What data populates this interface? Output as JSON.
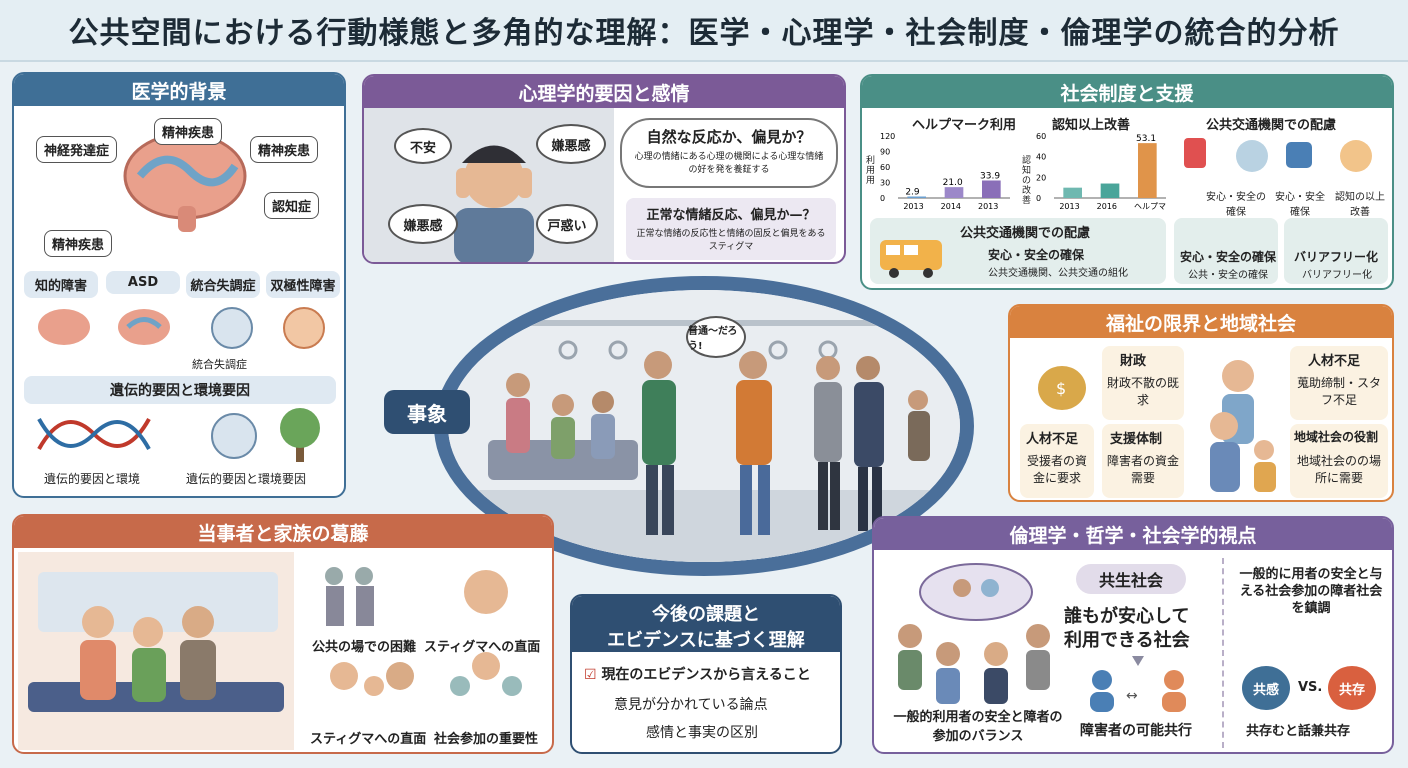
{
  "title": "公共空間における行動様態と多角的な理解：医学・心理学・社会制度・倫理学の統合的分析",
  "center": {
    "label": "事象",
    "speech": "普通〜だろう!"
  },
  "medical": {
    "header": "医学的背景",
    "tags": [
      "精神疾患",
      "神経発達症",
      "精神疾患",
      "認知症",
      "精神疾患"
    ],
    "pills": [
      "知的障害",
      "ASD",
      "統合失調症",
      "双極性障害"
    ],
    "sub_caption": "統合失調症",
    "genetic_header": "遺伝的要因と環境要因",
    "genetic_labels": [
      "遺伝的要因と環境",
      "遺伝的要因と環境要因"
    ]
  },
  "psych": {
    "header": "心理学的要因と感情",
    "bubbles": [
      "不安",
      "嫌悪感",
      "嫌悪感",
      "戸惑い"
    ],
    "cloud1_title": "自然な反応か、偏見か？",
    "cloud1_text": "心理の情緒にある心理の機関による心理な情緒の好を発を養鉦する",
    "cloud2_title": "正常な情緒反応、偏見か—？",
    "cloud2_text": "正常な情緒の反応性と情緒の固反と偏見をあるスティグマ"
  },
  "social": {
    "header": "社会制度と支援",
    "chart1_title": "ヘルプマーク利用",
    "chart1_ylabel": "利用用",
    "chart2_title": "認知以上改善",
    "chart2_ylabel": "認知の改善",
    "transit_title": "公共交通機関での配慮",
    "transit_labels": [
      "安心・安全の確保",
      "安心・安全確保",
      "認知の以上改善"
    ],
    "bottom_title": "公共交通機関での配慮",
    "bottom_item": "安心・安全の確保",
    "bottom_sub": "公共交通機関、公共交通の組化",
    "card1_title": "安心・安全の確保",
    "card1_sub": "公共・安全の確保",
    "card2_title": "バリアフリー化",
    "card2_sub": "バリアフリー化"
  },
  "chart_data": [
    {
      "type": "bar",
      "title": "ヘルプマーク利用",
      "ylabel": "利用用",
      "categories": [
        "2013",
        "2014",
        "2013"
      ],
      "values": [
        2.9,
        21.0,
        33.9
      ],
      "ylim": [
        0,
        120
      ],
      "yticks": [
        "120",
        "90",
        "60",
        "30",
        "0"
      ]
    },
    {
      "type": "bar",
      "title": "認知以上改善",
      "ylabel": "認知の改善",
      "categories": [
        "2013",
        "2016",
        "ヘルプマーク"
      ],
      "values": [
        10,
        14,
        53.1
      ],
      "value_label": "53.1",
      "ylim": [
        0,
        60
      ],
      "yticks": [
        "60",
        "40",
        "20",
        "0"
      ]
    }
  ],
  "welfare": {
    "header": "福祉の限界と地域社会",
    "cards": [
      {
        "title": "財政",
        "text": "財政不散の既求"
      },
      {
        "title": "人材不足",
        "text": "受援者の資金に要求"
      },
      {
        "title": "支援体制",
        "text": "障害者の資金需要"
      },
      {
        "title": "人材不足",
        "text": "蒐助缔制・スタフ不足"
      },
      {
        "title": "地域社会の役割",
        "text": "地域社会のの場所に需要"
      }
    ]
  },
  "family": {
    "header": "当事者と家族の葛藤",
    "labels": [
      "公共の場での困難",
      "スティグマへの直面",
      "スティグマへの直面",
      "社会参加の重要性"
    ]
  },
  "future": {
    "header_line1": "今後の課題と",
    "header_line2": "エビデンスに基づく理解",
    "items": [
      "現在のエビデンスから言えること",
      "意見が分かれている論点",
      "感情と事実の区別"
    ]
  },
  "ethics": {
    "header": "倫理学・哲学・社会学的視点",
    "left_caption": "一般的利用者の安全と障者の参加のバランス",
    "kyosei": "共生社会",
    "kyosei_text1": "誰もが安心して",
    "kyosei_text2": "利用できる社会",
    "possible": "障害者の可能共行",
    "right_text": "一般的に用者の安全と与える社会参加の障者社会を鎮調",
    "kyokan": "共感",
    "vs": "VS.",
    "kyozon": "共存",
    "right_bottom": "共存むと話兼共存"
  }
}
